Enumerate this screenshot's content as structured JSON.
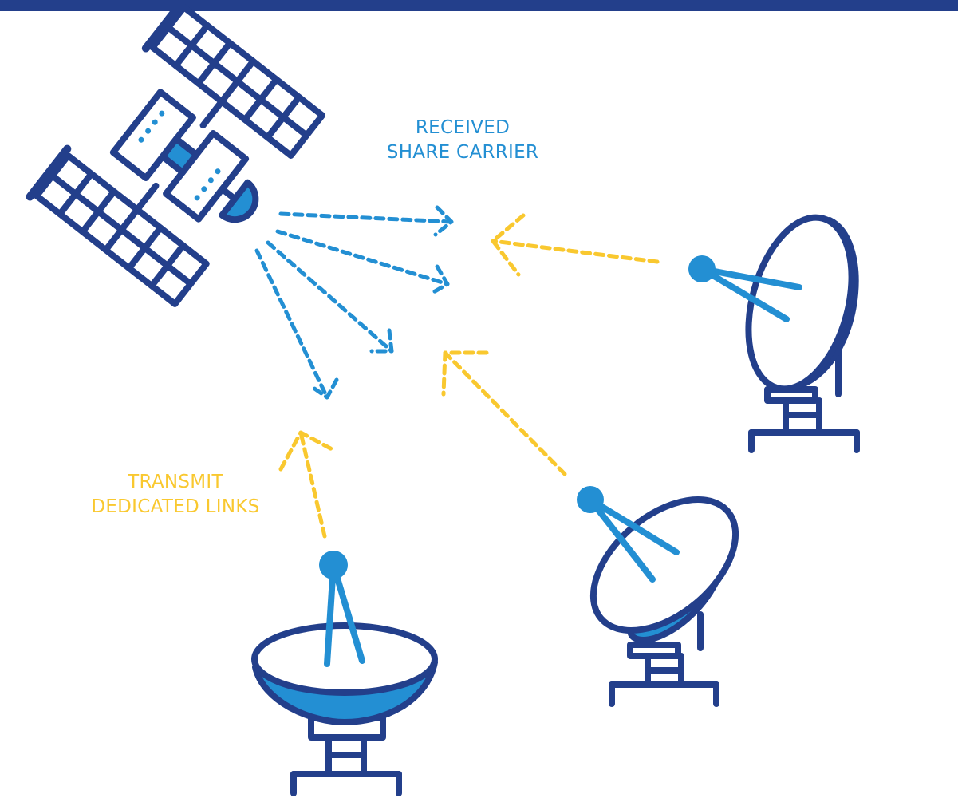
{
  "colors": {
    "navy": "#233F8B",
    "blue": "#238FD3",
    "yellow": "#F9C82F",
    "background": "#FFFFFF"
  },
  "labels": {
    "received": {
      "line1": "RECEIVED",
      "line2": "SHARE CARRIER"
    },
    "transmit": {
      "line1": "TRANSMIT",
      "line2": "DEDICATED LINKS"
    }
  },
  "icons": {
    "satellite": "satellite-icon",
    "dishes": [
      "satellite-dish-icon",
      "satellite-dish-icon",
      "satellite-dish-icon"
    ]
  }
}
